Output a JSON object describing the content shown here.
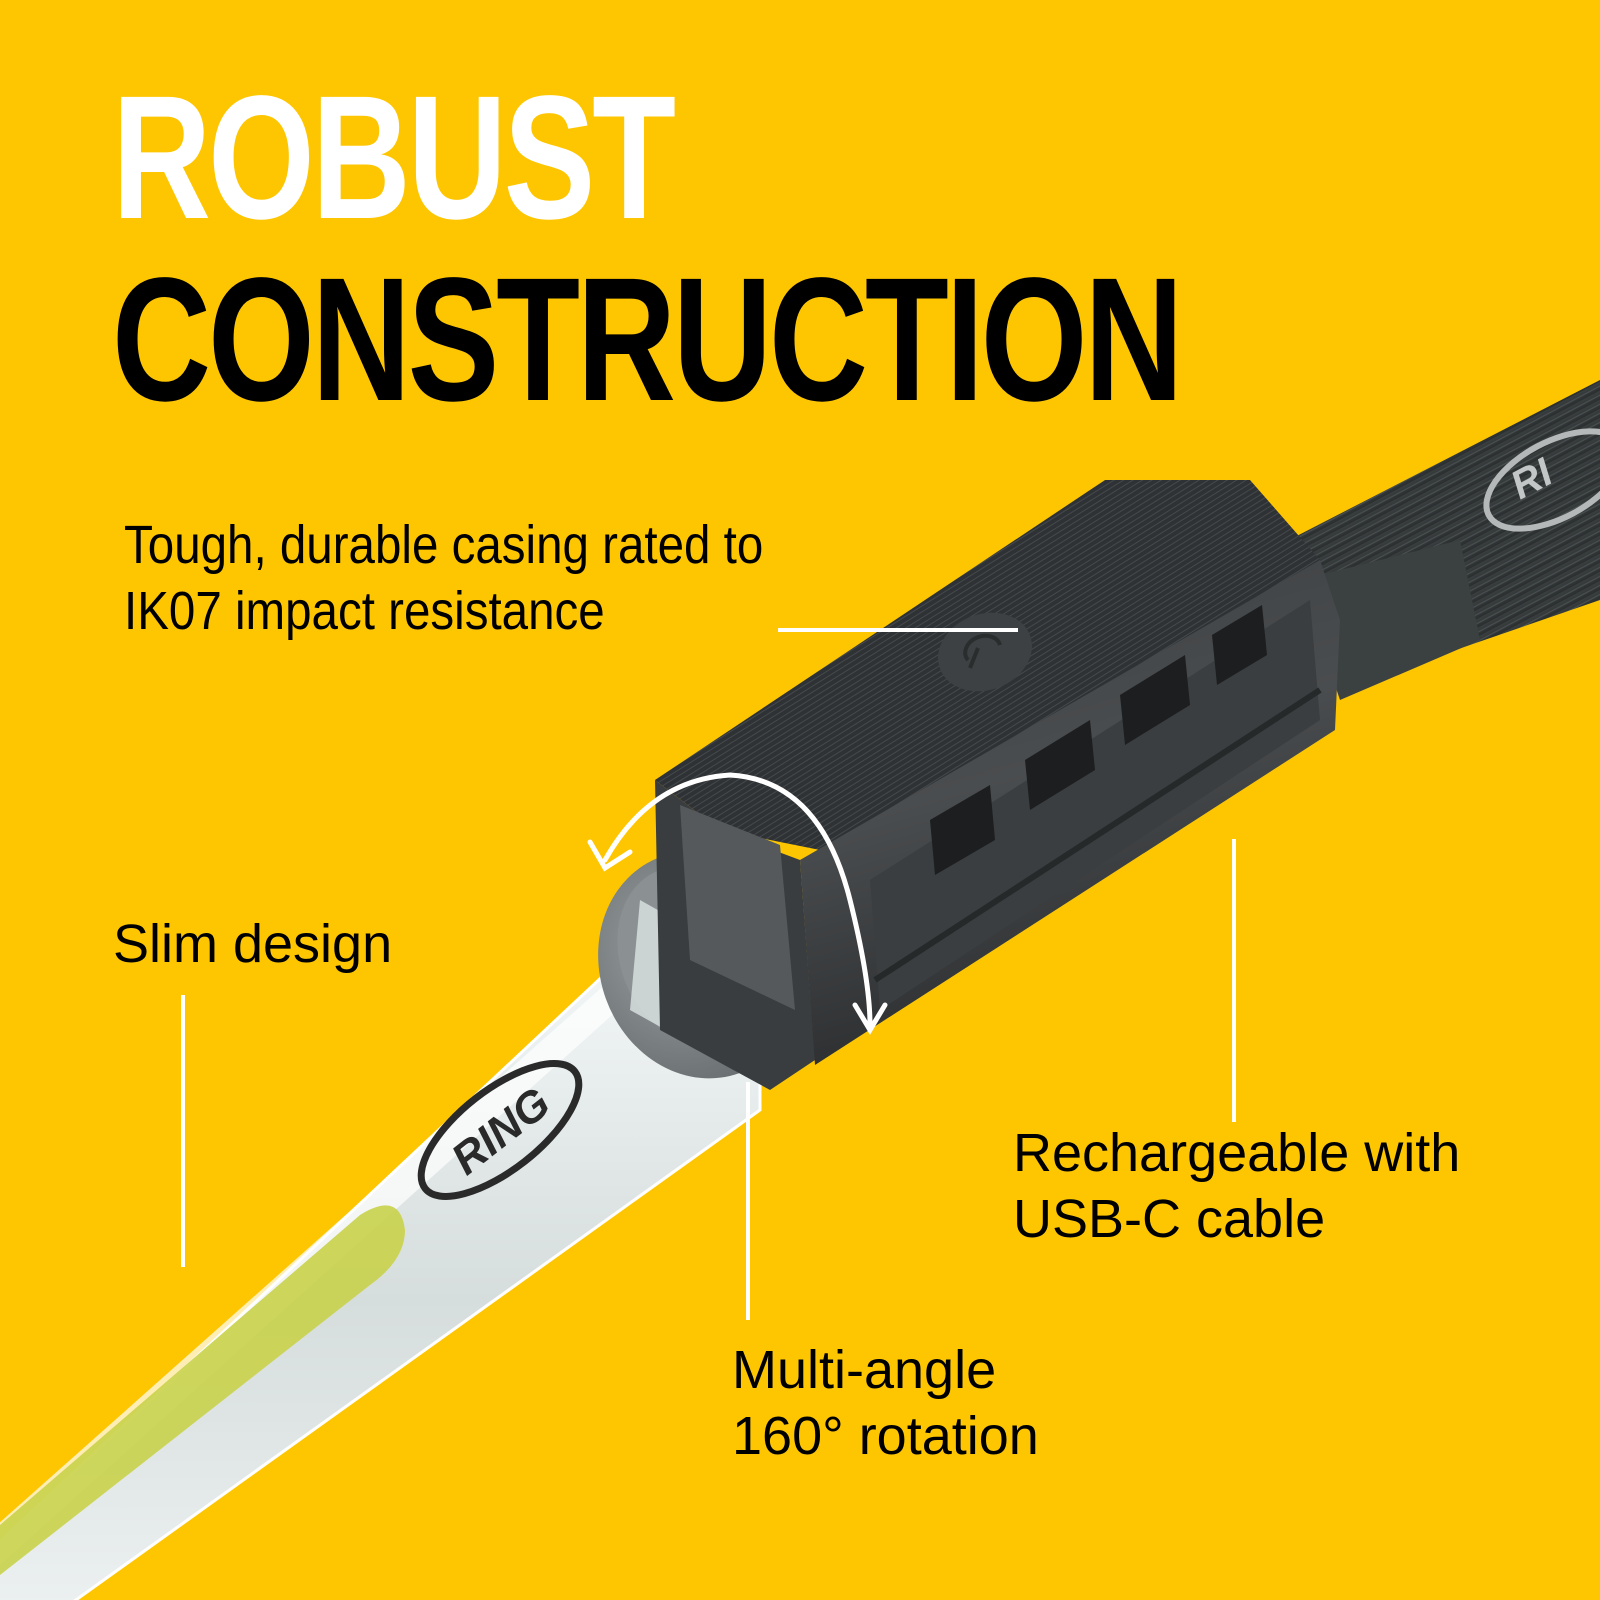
{
  "headline": {
    "line1": "ROBUST",
    "line2": "CONSTRUCTION"
  },
  "callouts": [
    {
      "id": "casing",
      "line1": "Tough, durable casing rated to",
      "line2": "IK07 impact resistance"
    },
    {
      "id": "slim",
      "line1": "Slim design"
    },
    {
      "id": "rechargeable",
      "line1": "Rechargeable with",
      "line2": "USB-C cable"
    },
    {
      "id": "rotation",
      "line1": "Multi-angle",
      "line2": "160° rotation"
    }
  ],
  "product": {
    "brand_logo_text": "RING",
    "strap_logo_text": "RI",
    "icons": [
      "power-icon",
      "rotation-arrow-icon"
    ]
  },
  "colors": {
    "background": "#FEC600",
    "headline_primary": "#FFFFFF",
    "headline_secondary": "#000000",
    "callout_line": "#FFFFFF",
    "casing": "#2E3133",
    "cap": "#7C8183",
    "diffuser": "#DCE3E3",
    "cob_led": "#C9D14A"
  }
}
